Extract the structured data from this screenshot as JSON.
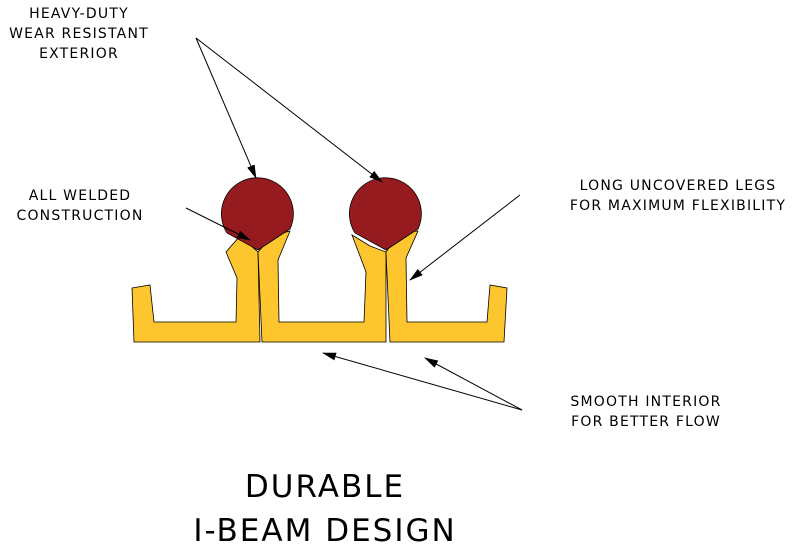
{
  "callouts": {
    "exterior": [
      "HEAVY-DUTY",
      "WEAR RESISTANT",
      "EXTERIOR"
    ],
    "welded": [
      "ALL WELDED",
      "CONSTRUCTION"
    ],
    "legs": [
      "LONG UNCOVERED LEGS",
      "FOR MAXIMUM FLEXIBILITY"
    ],
    "interior": [
      "SMOOTH INTERIOR",
      "FOR BETTER FLOW"
    ]
  },
  "title": [
    "DURABLE",
    "I-BEAM DESIGN"
  ],
  "colors": {
    "beam": "#FDC52E",
    "wear_cap": "#961B1E",
    "outline": "#000000"
  }
}
